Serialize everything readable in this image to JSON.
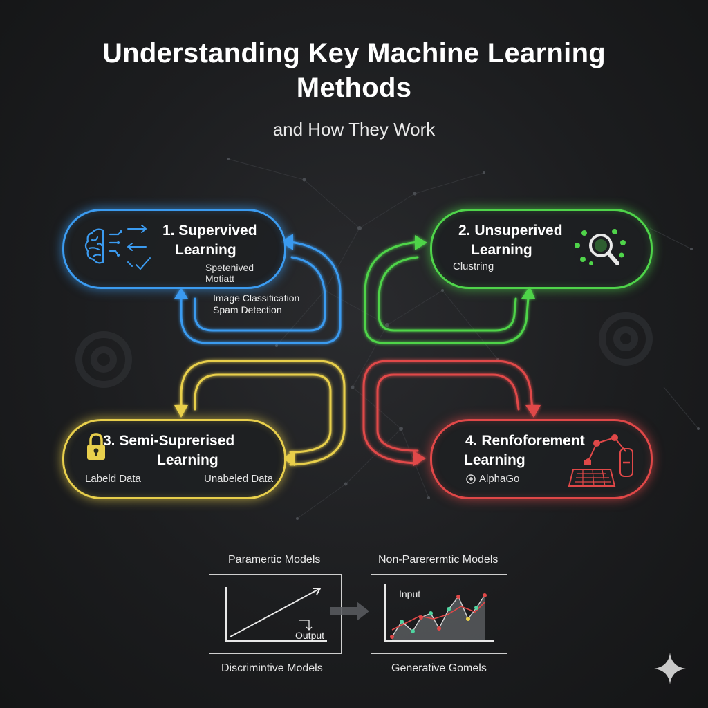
{
  "title": "Understanding Key Machine Learning Methods",
  "subtitle": "and How They Work",
  "colors": {
    "supervised": "#3b9bf0",
    "unsupervised": "#4fd44a",
    "semi_supervised": "#e8cf4c",
    "reinforcement": "#e04848"
  },
  "cards": {
    "supervised": {
      "title_line1": "1. Supervived",
      "title_line2": "Learning",
      "caption_line1": "Spetenived",
      "caption_line2": "Motiatt",
      "icon": "brain-icon"
    },
    "unsupervised": {
      "title_line1": "2. Unsuperived",
      "title_line2": "Learning",
      "caption": "Clustring",
      "icon": "magnifier-clusters-icon"
    },
    "semi_supervised": {
      "title_line1": "3. Semi-Suprerised",
      "title_line2": "Learning",
      "caption_left": "Labeld Data",
      "caption_right": "Unabeled Data",
      "icon": "lock-icon"
    },
    "reinforcement": {
      "title_line1": "4. Renfoforement",
      "title_line2": "Learning",
      "caption": "AlphaGo",
      "caption_icon": "plus-circle-icon",
      "icon": "robot-arm-icon"
    }
  },
  "examples": {
    "line1": "Image Classification",
    "line2": "Spam Detection"
  },
  "bottom": {
    "left_top_label": "Paramertic Models",
    "left_bottom_label": "Discrimintive Models",
    "left_output_label": "Output",
    "right_top_label": "Non-Parerermtic Models",
    "right_bottom_label": "Generative Gomels",
    "right_input_label": "Input"
  }
}
